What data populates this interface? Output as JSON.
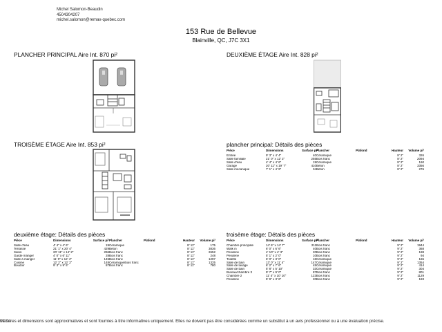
{
  "agent": {
    "name": "Michel Salomon-Beaudin",
    "phone": "4504304207",
    "email": "michel.salomon@remax-quebec.com"
  },
  "address": {
    "street": "153 Rue de Bellevue",
    "city": "Blainville, QC, J7C 3X1"
  },
  "plans": {
    "main": {
      "title": "PLANCHER PRINCIPAL Aire Int. 870 pi²"
    },
    "second": {
      "title": "DEUXIÈME ÉTAGE Aire Int. 828 pi²"
    },
    "third": {
      "title": "TROISÈME ÉTAGE Aire Int. 853 pi²"
    }
  },
  "room_headers": [
    "Pièce",
    "Dimensions",
    "Surface pi²",
    "Plancher",
    "Plafond",
    "Hauteur",
    "Volume pi³"
  ],
  "tables": {
    "main": {
      "title": "plancher principal: Détails des pièces",
      "rows": [
        [
          "Entrée",
          "9' 3\" x 4' 4\"",
          "40",
          "Céramique",
          "",
          "8' 2\"",
          "326"
        ],
        [
          "Salle familiale",
          "21' 0\" x 12' 2\"",
          "255",
          "Bois franc",
          "",
          "8' 2\"",
          "2094"
        ],
        [
          "Salle d'eau",
          "4' 4\" x 4' 6\"",
          "19",
          "Céramique",
          "",
          "8' 2\"",
          "160"
        ],
        [
          "Garage",
          "20' 11\" x 19' 7\"",
          "410",
          "Béton",
          "",
          "8' 2\"",
          "3356"
        ],
        [
          "Salle mécanique",
          "7' 1\" x 4' 9\"",
          "34",
          "Béton",
          "",
          "8' 2\"",
          "276"
        ]
      ]
    },
    "second": {
      "title": "deuxième étage: Détails des pièces",
      "rows": [
        [
          "Salle d'eau",
          "4' 4\" x 4' 6\"",
          "19",
          "Céramique",
          "",
          "8' 11\"",
          "175"
        ],
        [
          "Terrasse",
          "21' 1\" x 20' 4\"",
          "429",
          "Béton",
          "",
          "8' 11\"",
          "3836"
        ],
        [
          "Salon",
          "20' 11\" x 14' 2\"",
          "296",
          "Bois franc",
          "",
          "8' 11\"",
          "2652"
        ],
        [
          "Garde manger",
          "4' 0\" x 6' 11\"",
          "28",
          "Bois franc",
          "",
          "8' 11\"",
          "248"
        ],
        [
          "Salle à manger",
          "11' 0\" x 12' 4\"",
          "145",
          "Bois franc",
          "",
          "8' 11\"",
          "1297"
        ],
        [
          "Cuisine",
          "12' 2\" x 12' 2\"",
          "148",
          "Céramique/bois franc",
          "",
          "8' 11\"",
          "1325"
        ],
        [
          "Boudoir",
          "9' 3\" x 9' 5\"",
          "87",
          "Bois franc",
          "",
          "8' 11\"",
          "780"
        ]
      ]
    },
    "third": {
      "title": "troisème étage: Détails des pièces",
      "rows": [
        [
          "Chambre principale",
          "14' 6\" x 14' 7\"",
          "211",
          "Bois franc",
          "",
          "9' 2\"",
          "1944"
        ],
        [
          "Walk in",
          "6' 0\" x 6' 6\"",
          "40",
          "Bois franc",
          "",
          "9' 2\"",
          "368"
        ],
        [
          "Penderie",
          "4' 10\" x 4' 3\"",
          "20",
          "Bois franc",
          "",
          "9' 2\"",
          "188"
        ],
        [
          "Penderie",
          "5' 1\" x 2' 0\"",
          "10",
          "Bois franc",
          "",
          "9' 2\"",
          "94"
        ],
        [
          "Toilette",
          "6' 0\" x 3' 0\"",
          "18",
          "Céramique",
          "",
          "9' 2\"",
          "165"
        ],
        [
          "Salle de bain",
          "13' 0\" x 11' 4\"",
          "147",
          "Céramique",
          "",
          "9' 2\"",
          "1354"
        ],
        [
          "Salle de lavage",
          "6' 2\" x 7' 6\"",
          "45",
          "Céramique",
          "",
          "9' 2\"",
          "414"
        ],
        [
          "Salle de bain",
          "5' 8\" x 5' 10\"",
          "33",
          "Céramique",
          "",
          "9' 2\"",
          "304"
        ],
        [
          "Bureau/chambre 3",
          "9' 7\" x 9' 0\"",
          "87",
          "Bois franc",
          "",
          "9' 2\"",
          "801"
        ],
        [
          "Chambre 2",
          "11' 4\" x 10' 10\"",
          "123",
          "Bois franc",
          "",
          "9' 2\"",
          "1129"
        ],
        [
          "Penderie",
          "5' 9\" x 3' 6\"",
          "20",
          "Bois franc",
          "",
          "9' 2\"",
          "183"
        ]
      ]
    }
  },
  "footer": {
    "date": "02/24",
    "disclaimer": "Mesures et dimensions sont approximatives et sont fournies à titre informatives uniquement. Elles ne doivent pas être considérées comme un substitut à un avis professionnel ou à une évaluation précise."
  }
}
